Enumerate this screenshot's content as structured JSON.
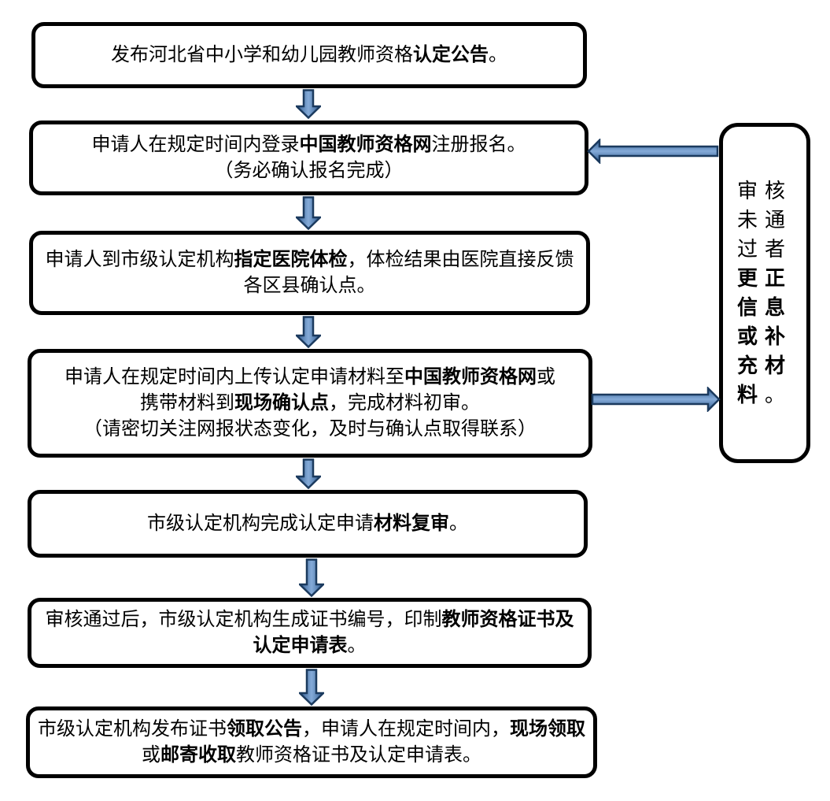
{
  "colors": {
    "page_bg": "#ffffff",
    "box_border": "#000000",
    "box_fill": "#ffffff",
    "text_color": "#000000",
    "arrow_stroke": "#1b3a5e",
    "arrow_fill_edge": "#2e5a8f",
    "arrow_fill_mid": "#85abd8"
  },
  "icons": {
    "down_arrow": "down-arrow-icon",
    "left_arrow": "left-arrow-icon",
    "right_arrow": "right-arrow-icon"
  },
  "boxes": [
    {
      "id": "publish-announcement",
      "lines": [
        [
          {
            "t": "发布河北省中小学和幼儿园教师资格",
            "b": false
          },
          {
            "t": "认定公告",
            "b": true
          },
          {
            "t": "。",
            "b": false
          }
        ]
      ]
    },
    {
      "id": "register-online",
      "lines": [
        [
          {
            "t": "申请人在规定时间内登录",
            "b": false
          },
          {
            "t": "中国教师资格网",
            "b": true
          },
          {
            "t": "注册报名。",
            "b": false
          }
        ],
        [
          {
            "t": "（务必确认报名完成）",
            "b": false
          }
        ]
      ]
    },
    {
      "id": "medical-exam",
      "lines": [
        [
          {
            "t": "申请人到市级认定机构",
            "b": false
          },
          {
            "t": "指定医院体检",
            "b": true
          },
          {
            "t": "，体检结果由医院直接反馈",
            "b": false
          }
        ],
        [
          {
            "t": "各区县确认点。",
            "b": false
          }
        ]
      ]
    },
    {
      "id": "submit-materials",
      "lines": [
        [
          {
            "t": "申请人在规定时间内上传认定申请材料至",
            "b": false
          },
          {
            "t": "中国教师资格网",
            "b": true
          },
          {
            "t": "或",
            "b": false
          }
        ],
        [
          {
            "t": "携带材料到",
            "b": false
          },
          {
            "t": "现场确认点",
            "b": true
          },
          {
            "t": "，完成材料初审。",
            "b": false
          }
        ],
        [
          {
            "t": "（请密切关注网报状态变化，及时与确认点取得联系）",
            "b": false
          }
        ]
      ]
    },
    {
      "id": "material-review",
      "lines": [
        [
          {
            "t": "市级认定机构完成认定申请",
            "b": false
          },
          {
            "t": "材料复审",
            "b": true
          },
          {
            "t": "。",
            "b": false
          }
        ]
      ]
    },
    {
      "id": "print-certificate",
      "lines": [
        [
          {
            "t": "审核通过后，市级认定机构生成证书编号，印制",
            "b": false
          },
          {
            "t": "教师资格证书及",
            "b": true
          }
        ],
        [
          {
            "t": "认定申请表",
            "b": true
          },
          {
            "t": "。",
            "b": false
          }
        ]
      ]
    },
    {
      "id": "collect-certificate",
      "lines": [
        [
          {
            "t": "市级认定机构发布证书",
            "b": false
          },
          {
            "t": "领取公告",
            "b": true
          },
          {
            "t": "，申请人在规定时间内，",
            "b": false
          },
          {
            "t": "现场领取",
            "b": true
          }
        ],
        [
          {
            "t": "或",
            "b": false
          },
          {
            "t": "邮寄收取",
            "b": true
          },
          {
            "t": "教师资格证书及认定申请表。",
            "b": false
          }
        ]
      ]
    }
  ],
  "side_box": {
    "id": "correction-box",
    "segments": [
      {
        "t": "审核未通过者",
        "b": false
      },
      {
        "t": "更正信息或补充材料",
        "b": true
      },
      {
        "t": "。",
        "b": false
      }
    ]
  }
}
